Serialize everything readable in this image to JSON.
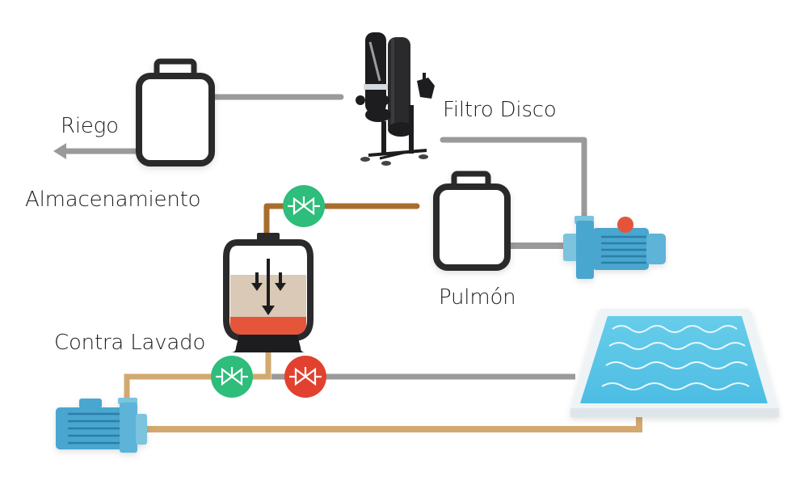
{
  "diagram": {
    "title": "",
    "labels": {
      "riego": "Riego",
      "almacenamiento": "Almacenamiento",
      "filtro_disco": "Filtro Disco",
      "pulmon": "Pulmón",
      "contra_lavado": "Contra Lavado"
    },
    "colors": {
      "pipe_gray": "#9a9a9a",
      "pipe_brown": "#a86d2c",
      "pipe_tan": "#d2a970",
      "tank_outline": "#2a2a2c",
      "valve_open": "#2ebd7a",
      "valve_closed": "#e2412f",
      "pump_blue": "#4aa6cf",
      "pump_light": "#7cc3de",
      "pool_water": "#5cc6e6",
      "pool_edge": "#eef3f5",
      "sand": "#d9c9b6",
      "gravel": "#e5553a"
    },
    "nodes": [
      {
        "id": "almacenamiento-tank",
        "type": "tank"
      },
      {
        "id": "filtro-disco",
        "type": "disc-filter"
      },
      {
        "id": "pulmon-tank",
        "type": "tank"
      },
      {
        "id": "main-pump",
        "type": "pump"
      },
      {
        "id": "sand-filter",
        "type": "sand-filter"
      },
      {
        "id": "valve-top",
        "type": "valve",
        "state": "open"
      },
      {
        "id": "valve-backwash-green",
        "type": "valve",
        "state": "open"
      },
      {
        "id": "valve-backwash-red",
        "type": "valve",
        "state": "closed"
      },
      {
        "id": "backwash-pump",
        "type": "pump"
      },
      {
        "id": "pool",
        "type": "pool"
      }
    ],
    "connections": [
      {
        "from": "almacenamiento-tank",
        "to": "riego",
        "type": "gray",
        "arrow": true
      },
      {
        "from": "filtro-disco",
        "to": "almacenamiento-tank",
        "type": "gray"
      },
      {
        "from": "main-pump",
        "to": "filtro-disco",
        "type": "gray"
      },
      {
        "from": "pulmon-tank",
        "to": "main-pump",
        "type": "gray"
      },
      {
        "from": "sand-filter",
        "to": "pulmon-tank",
        "type": "brown",
        "via": "valve-top"
      },
      {
        "from": "sand-filter",
        "to": "backwash-pump",
        "type": "tan",
        "via": "valve-backwash-green"
      },
      {
        "from": "sand-filter",
        "to": "pool",
        "type": "gray",
        "via": "valve-backwash-red"
      },
      {
        "from": "backwash-pump",
        "to": "pool",
        "type": "tan"
      }
    ]
  }
}
